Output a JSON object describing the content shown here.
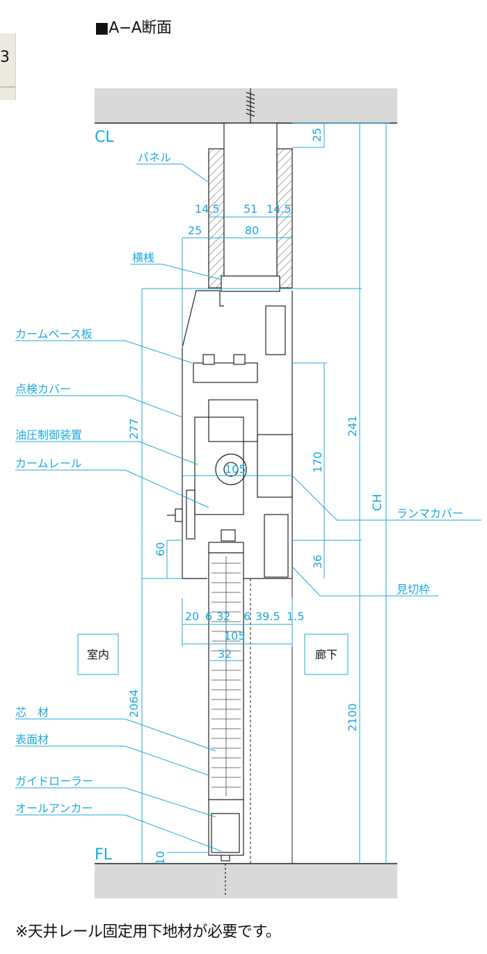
{
  "heading": "■A−A断面",
  "note": "※天井レール固定用下地材が必要です。",
  "tab_digit": "3",
  "levels": {
    "ceiling": "CL",
    "floor": "FL",
    "ceiling_height": "CH"
  },
  "rooms": {
    "inside": "室内",
    "corridor": "廊下"
  },
  "callouts": {
    "panel": "パネル",
    "crosspiece": "横桟",
    "cam_base_plate": "カームベース板",
    "inspection_cover": "点検カバー",
    "hydraulic_control": "油圧制御装置",
    "cam_rail": "カームレール",
    "core_material": "芯　材",
    "surface_material": "表面材",
    "guide_roller": "ガイドローラー",
    "awl_anchor": "オールアンカー",
    "transom_cover": "ランマカバー",
    "trim_frame": "見切枠"
  },
  "dims": {
    "d25_top": "25",
    "d14_5_left": "14.5",
    "d51": "51",
    "d14_5_right": "14.5",
    "d25_mid": "25",
    "d80": "80",
    "d277": "277",
    "d241": "241",
    "d170": "170",
    "d105_mid": "105",
    "d60": "60",
    "d36": "36",
    "row_20": "20",
    "row_6a": "6",
    "row_32": "32",
    "row_6b": "6",
    "row_39_5": "39.5",
    "row_1_5": "1.5",
    "d105_low": "105",
    "d32_low": "32",
    "d2064": "2064",
    "d2100": "2100",
    "d10": "10"
  },
  "colors": {
    "dimension": "#1ba8e0",
    "line": "#222222",
    "slab": "#d9d9d9"
  }
}
